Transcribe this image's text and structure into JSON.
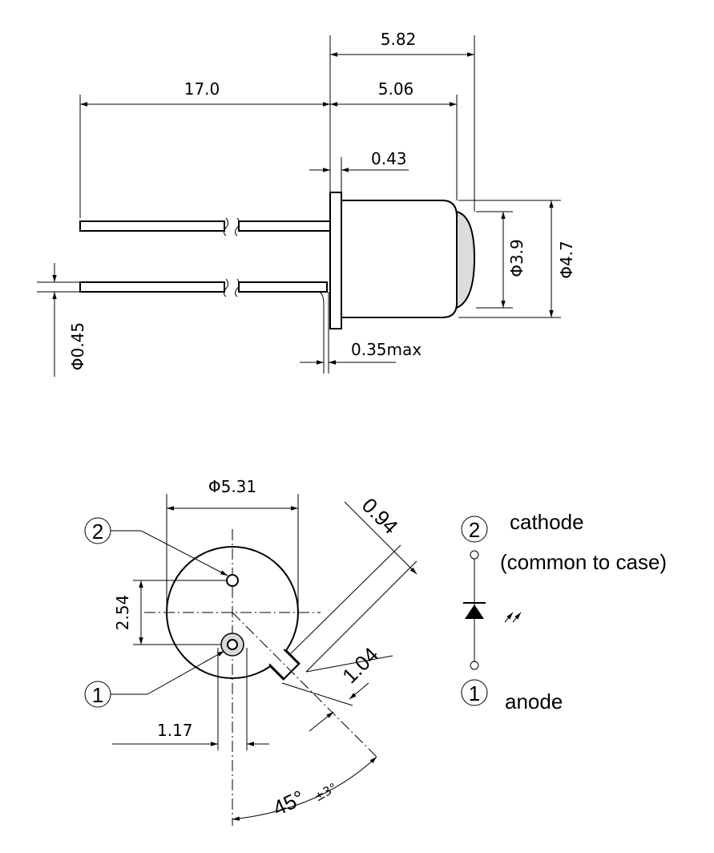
{
  "dimensions": {
    "d582": "5.82",
    "d506": "5.06",
    "d170": "17.0",
    "d043": "0.43",
    "phi39": "Φ3.9",
    "phi47": "Φ4.7",
    "phi045": "Φ0.45",
    "d035": "0.35max",
    "phi531": "Φ5.31",
    "d094": "0.94",
    "d254": "2.54",
    "d104": "1.04",
    "d117": "1.17",
    "angle": "45°",
    "angle_tol": "±3°"
  },
  "pins": {
    "pin2_num": "2",
    "pin1_num": "1"
  },
  "schematic": {
    "pin2_num": "2",
    "pin1_num": "1",
    "cathode_label": "cathode",
    "cathode_note": "(common to case)",
    "anode_label": "anode"
  }
}
